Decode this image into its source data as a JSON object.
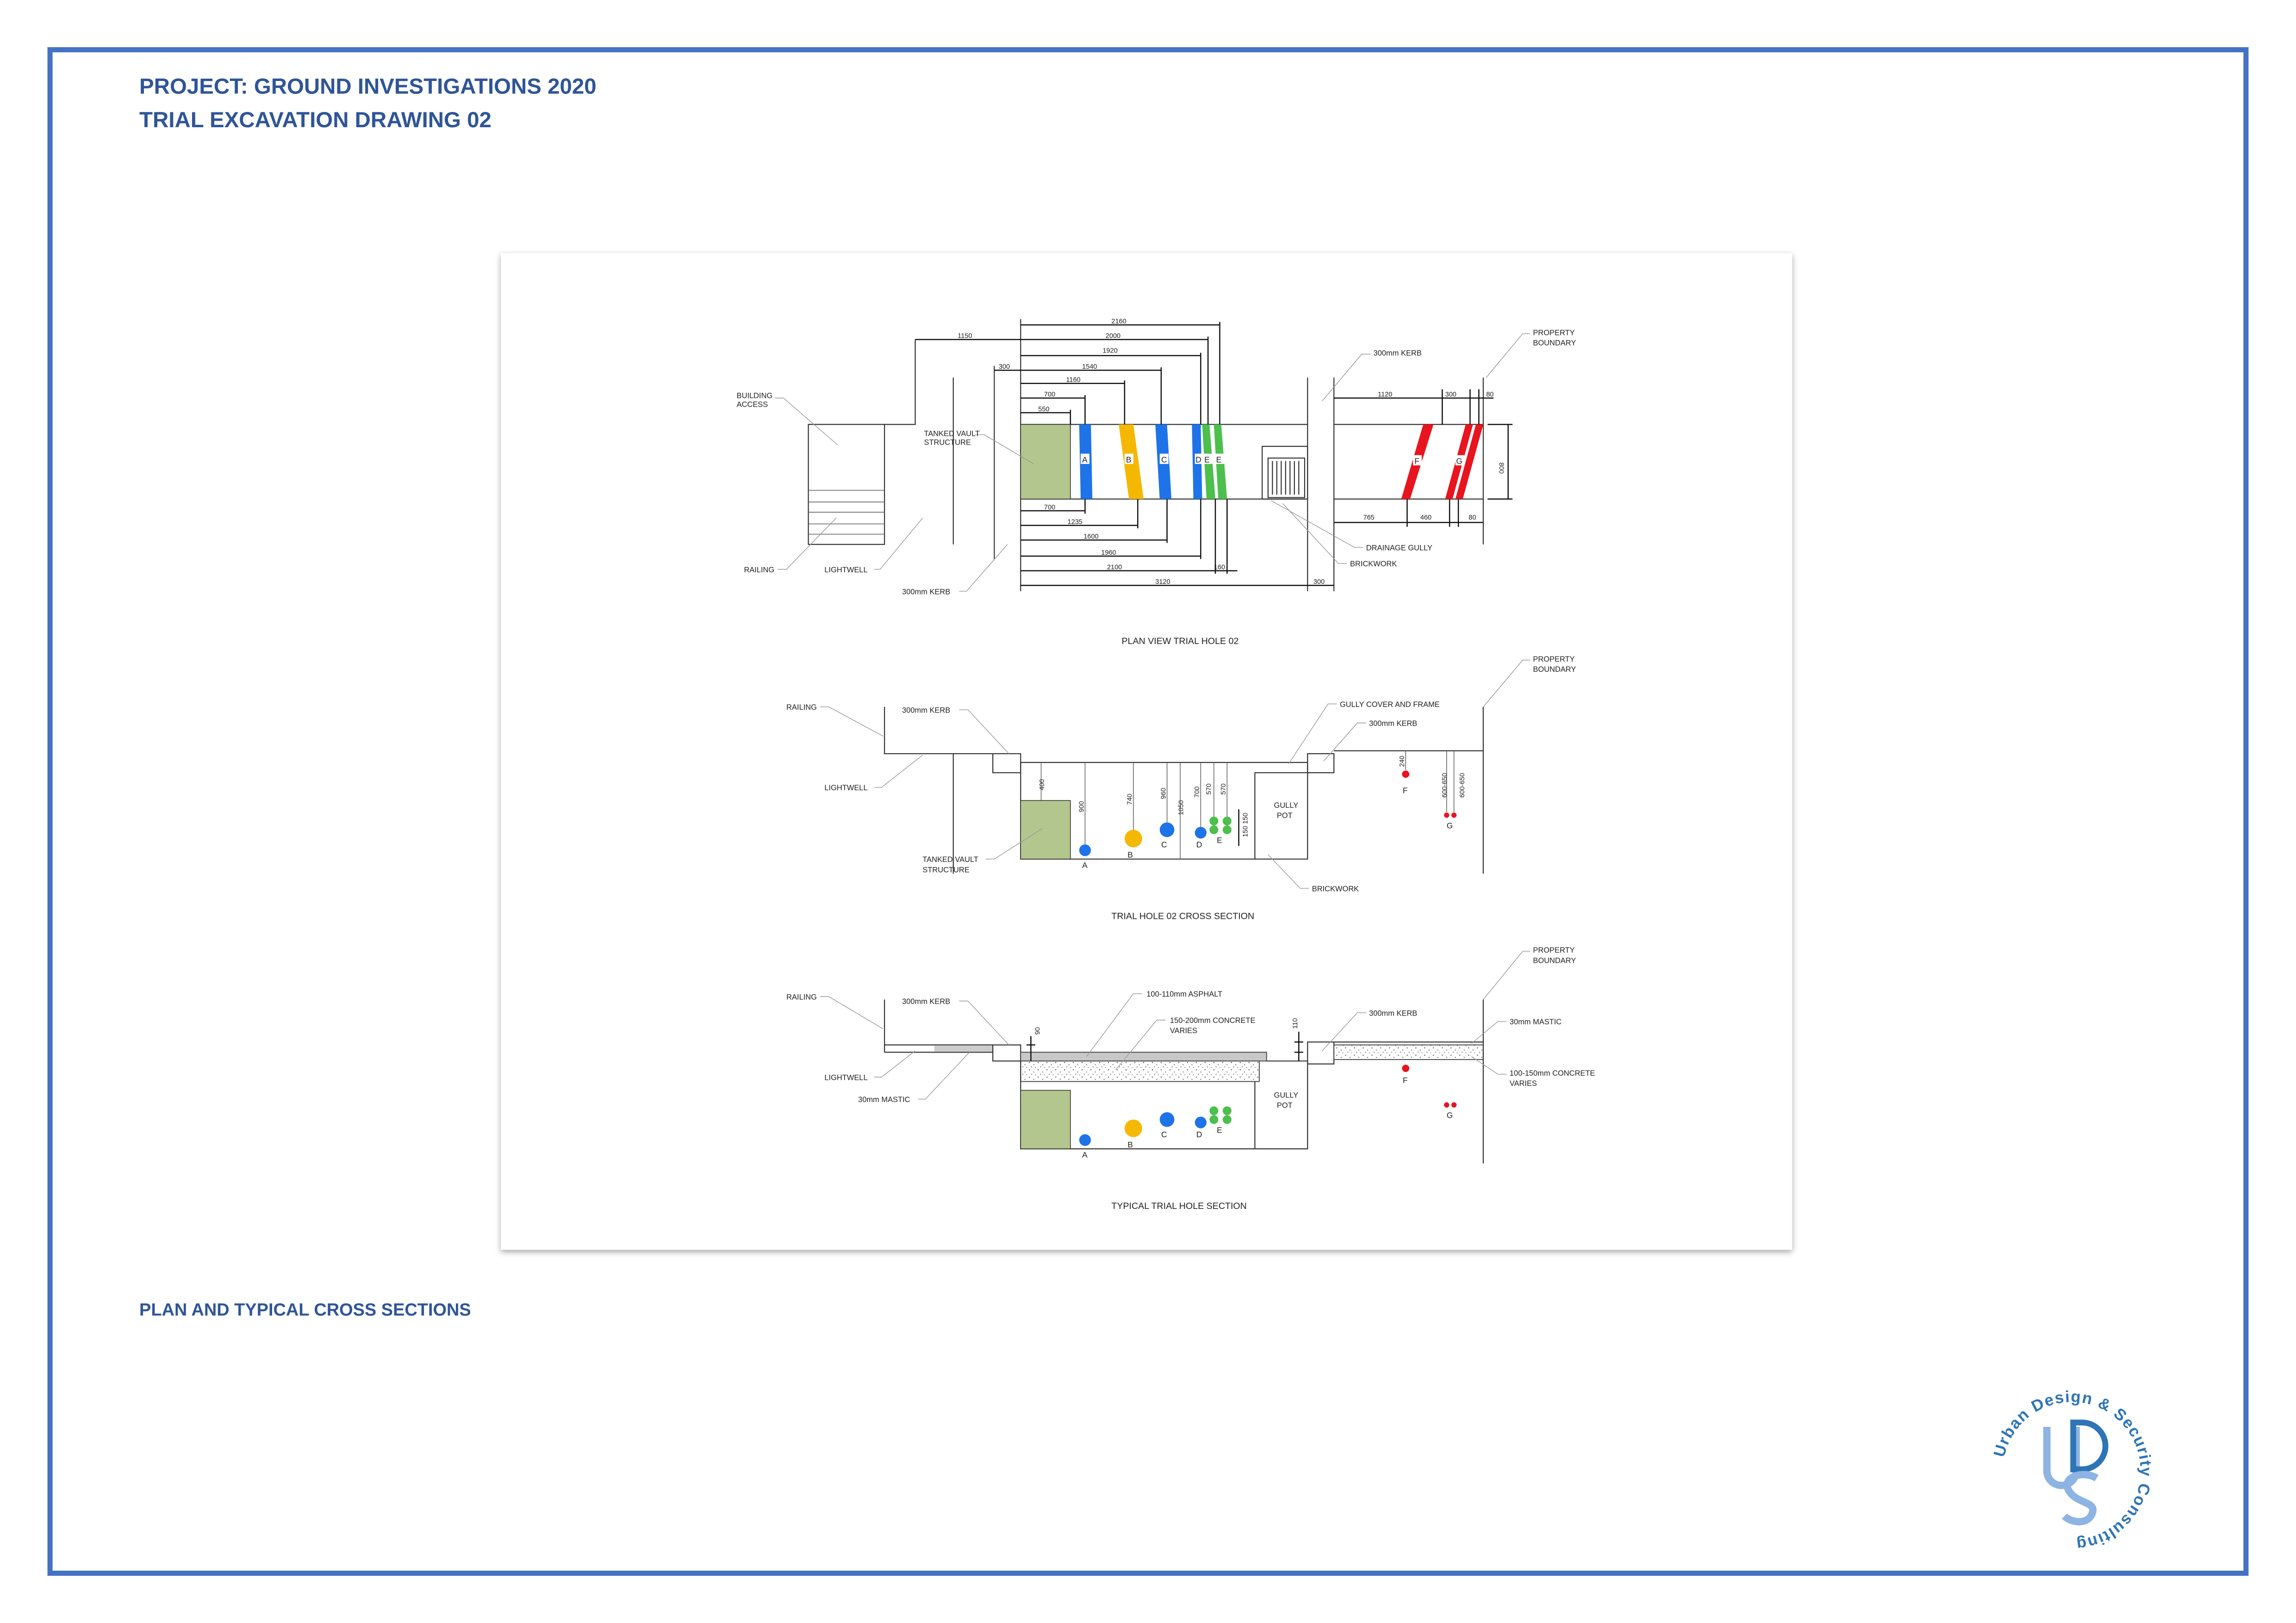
{
  "header": {
    "project_title": "PROJECT: GROUND INVESTIGATIONS 2020",
    "drawing_title": "TRIAL EXCAVATION DRAWING 02"
  },
  "footer": {
    "caption": "PLAN AND TYPICAL CROSS SECTIONS"
  },
  "logo": {
    "ring_text": "Urban Design & Security Consulting",
    "initials": "UDS"
  },
  "colors": {
    "border": "#4472C4",
    "heading": "#2F5597",
    "vault": "#B3C68D",
    "service_blue": "#1E73E8",
    "service_orange": "#F5B800",
    "service_green": "#4CBF4C",
    "service_red": "#E8141E"
  },
  "plan": {
    "title": "PLAN VIEW TRIAL HOLE 02",
    "labels": {
      "building_access": [
        "BUILDING",
        "ACCESS"
      ],
      "railing": "RAILING",
      "lightwell": "LIGHTWELL",
      "kerb_left": "300mm KERB",
      "vault": [
        "TANKED VAULT",
        "STRUCTURE"
      ],
      "kerb_right": "300mm KERB",
      "property_boundary": [
        "PROPERTY",
        "BOUNDARY"
      ],
      "drainage_gully": "DRAINAGE GULLY",
      "brickwork": "BRICKWORK"
    },
    "dims_top": [
      "2160",
      "2000",
      "1920",
      "1540",
      "1160",
      "700",
      "550"
    ],
    "dims_left": [
      "1150",
      "300"
    ],
    "dims_bottom": [
      "700",
      "1235",
      "1600",
      "1960",
      "2100",
      "160",
      "3120",
      "300"
    ],
    "dims_right_top": [
      "1120",
      "300",
      "80"
    ],
    "dims_right_bottom": [
      "765",
      "460",
      "80"
    ],
    "dim_width": "800",
    "services": [
      "A",
      "B",
      "C",
      "D",
      "E",
      "E",
      "F",
      "G"
    ]
  },
  "cross_section": {
    "title": "TRIAL HOLE 02 CROSS SECTION",
    "labels": {
      "railing": "RAILING",
      "kerb_left": "300mm KERB",
      "lightwell": "LIGHTWELL",
      "vault": [
        "TANKED VAULT",
        "STRUCTURE"
      ],
      "gully_pot": [
        "GULLY",
        "POT"
      ],
      "gully_cover": "GULLY COVER AND FRAME",
      "kerb_right": "300mm KERB",
      "property_boundary": [
        "PROPERTY",
        "BOUNDARY"
      ],
      "brickwork": "BRICKWORK"
    },
    "depths": {
      "vault": "400",
      "A": "900",
      "B": "740",
      "C": "960",
      "C2": "1050",
      "D": "700",
      "E1": "570",
      "E2": "570",
      "E_spacing": "150 150",
      "F": "240",
      "G1": "600-650",
      "G2": "600-650"
    },
    "services": [
      "A",
      "B",
      "C",
      "D",
      "E",
      "F",
      "G"
    ]
  },
  "typical_section": {
    "title": "TYPICAL TRIAL HOLE SECTION",
    "labels": {
      "railing": "RAILING",
      "kerb_left": "300mm KERB",
      "lightwell": "LIGHTWELL",
      "mastic_left": "30mm MASTIC",
      "asphalt": "100-110mm ASPHALT",
      "concrete_mid": [
        "150-200mm CONCRETE",
        "VARIES"
      ],
      "kerb_right": "300mm KERB",
      "mastic_right": "30mm MASTIC",
      "concrete_right": [
        "100-150mm CONCRETE",
        "VARIES"
      ],
      "property_boundary": [
        "PROPERTY",
        "BOUNDARY"
      ],
      "gully_pot": [
        "GULLY",
        "POT"
      ]
    },
    "dims": {
      "left_step": "90",
      "right_step": "110"
    },
    "services": [
      "A",
      "B",
      "C",
      "D",
      "E",
      "F",
      "G"
    ]
  }
}
